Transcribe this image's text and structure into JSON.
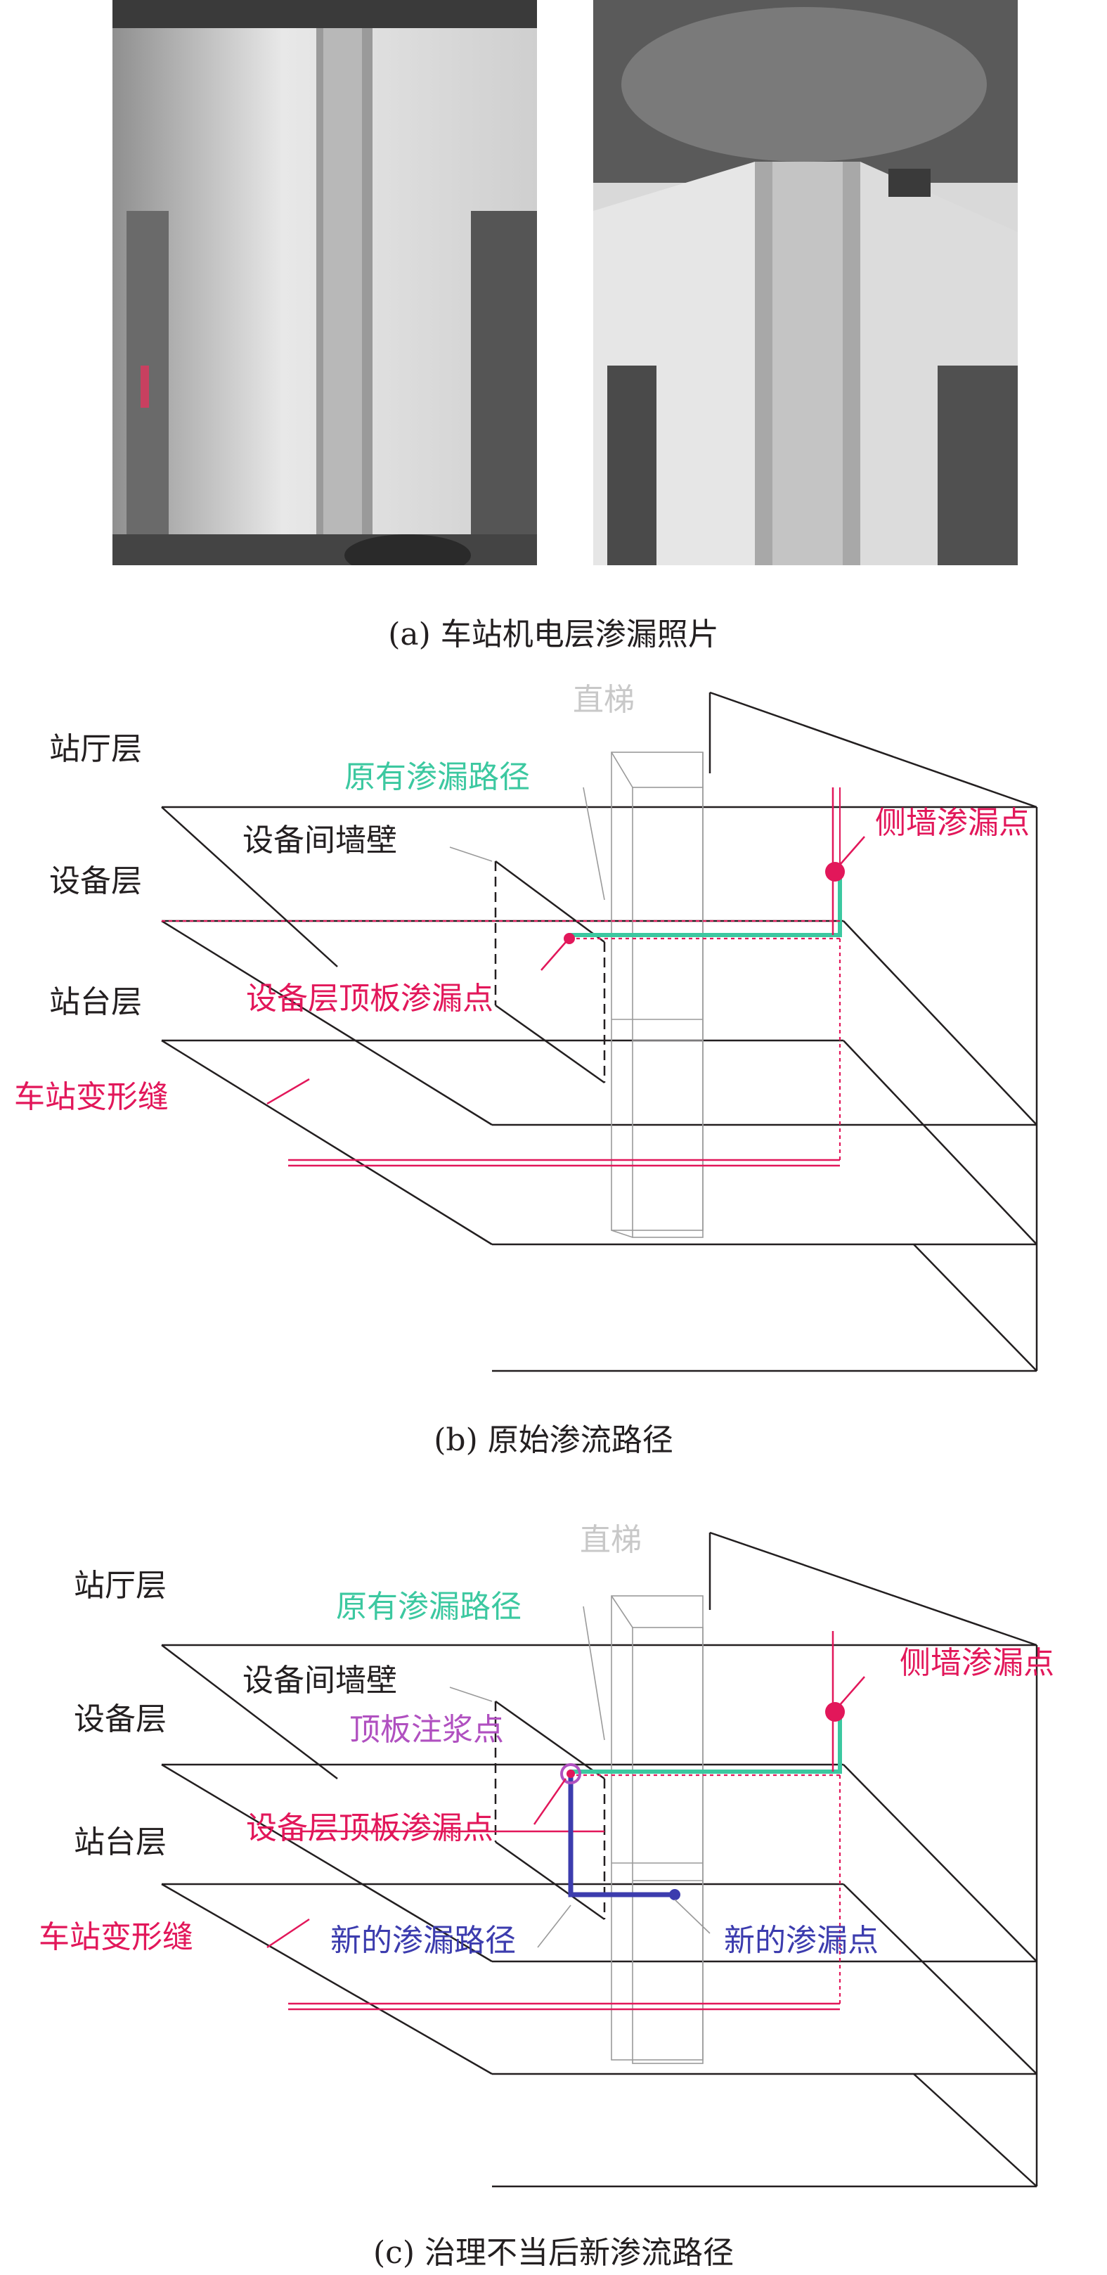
{
  "captions": {
    "a": "(a) 车站机电层渗漏照片",
    "b": "(b) 原始渗流路径",
    "c": "(c) 治理不当后新渗流路径"
  },
  "labels": {
    "station_hall": "站厅层",
    "equipment_floor": "设备层",
    "platform_floor": "站台层",
    "deformation_joint": "车站变形缝",
    "elevator": "直梯",
    "original_path": "原有渗漏路径",
    "equipment_wall": "设备间墙壁",
    "roof_leak_point": "设备层顶板渗漏点",
    "side_wall_leak": "侧墙渗漏点",
    "grouting_point": "顶板注浆点",
    "new_path": "新的渗漏路径",
    "new_leak_point": "新的渗漏点"
  },
  "colors": {
    "text": "#231f20",
    "leak_path": "#3cc8a0",
    "leak_point": "#e2175a",
    "new_path": "#3c3cae",
    "grouting": "#b050c0",
    "elevator": "#c8c8c8"
  }
}
